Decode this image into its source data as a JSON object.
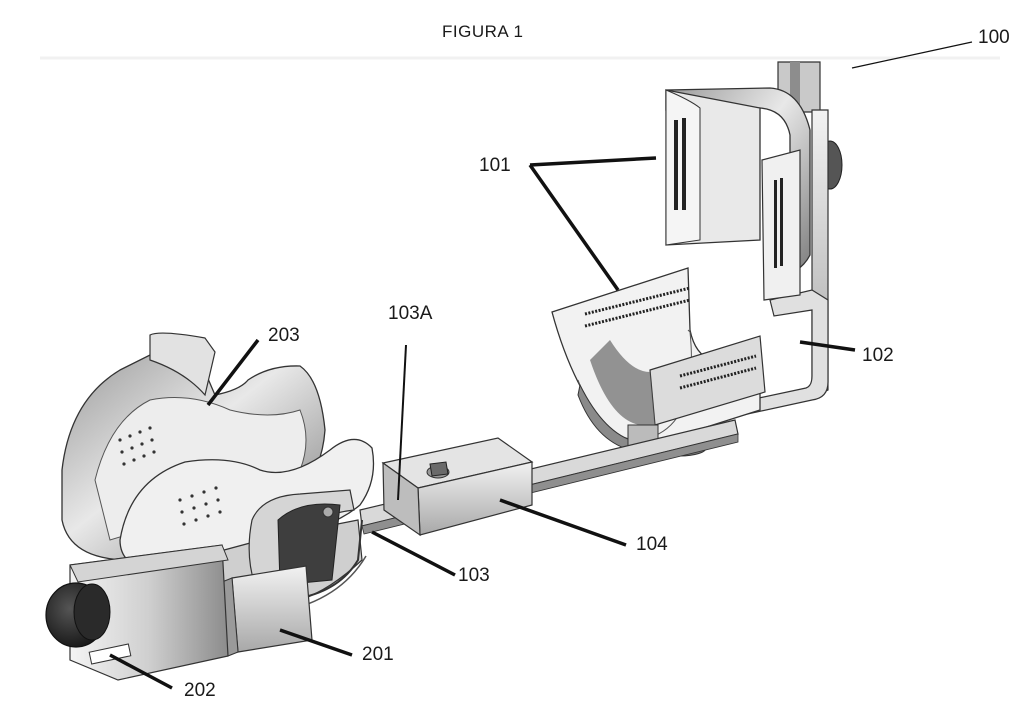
{
  "figure": {
    "title": "FIGURA 1",
    "labels": {
      "r100": "100",
      "r101": "101",
      "r102": "102",
      "r103": "103",
      "r103a": "103A",
      "r104": "104",
      "r201": "201",
      "r202": "202",
      "r203": "203"
    }
  },
  "colors": {
    "line": "#1a1a1a",
    "metal_light": "#e6e6e6",
    "metal_mid": "#bdbdbd",
    "metal_dark": "#6e6e6e",
    "rubber": "#222222"
  }
}
